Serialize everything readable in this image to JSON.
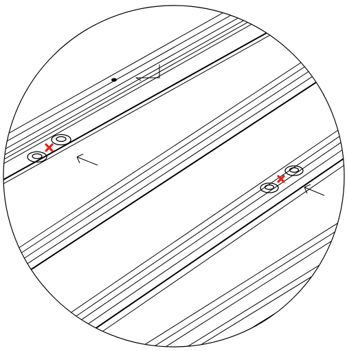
{
  "diagram": {
    "colors": {
      "line": "#000000",
      "background": "#ffffff",
      "marker": "#e2231a"
    },
    "icons": {
      "placement_marker": "red-x-icon",
      "direction_indicator": "arrow-left-icon",
      "fastener": "washer-icon"
    },
    "callouts": [
      {
        "name": "upper-left-fastener-pair",
        "fastener_count": 2,
        "marker": "x",
        "arrow": "left"
      },
      {
        "name": "lower-right-fastener-pair",
        "fastener_count": 2,
        "marker": "x",
        "arrow": "left"
      }
    ]
  }
}
